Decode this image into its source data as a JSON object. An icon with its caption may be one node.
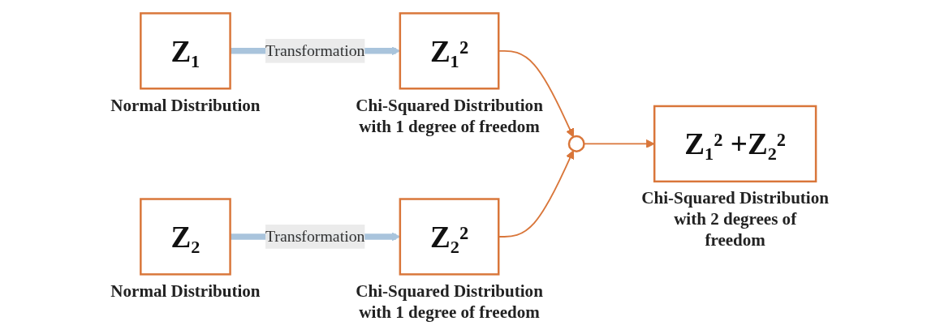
{
  "diagram": {
    "nodes": [
      {
        "text": [
          "Z₁"
        ],
        "beside": [
          "Normal Distribution"
        ]
      },
      {
        "text": [
          "Z₁²"
        ],
        "beside": [
          "Chi-Squared Distribution with 1 degree of freedom"
        ]
      },
      {
        "text": [
          "Z₂"
        ],
        "beside": [
          "Normal Distribution"
        ]
      },
      {
        "text": [
          "Z₂²"
        ],
        "beside": [
          "Chi-Squared Distribution with 1 degree of freedom"
        ]
      },
      {
        "text": [],
        "shape": "circle"
      },
      {
        "text": [
          "Z₁² +Z₂²"
        ],
        "beside": [
          "Chi-Squared Distribution with 2 degrees of freedom"
        ]
      }
    ],
    "edges": [
      {
        "from": 0,
        "to": 1,
        "arrow": "to",
        "label": "Transformation",
        "style": "thick",
        "color": "#a9c4dc"
      },
      {
        "from": 2,
        "to": 3,
        "arrow": "to",
        "label": "Transformation",
        "style": "thick",
        "color": "#a9c4dc"
      },
      {
        "from": 1,
        "to": 4,
        "arrow": "to"
      },
      {
        "from": 3,
        "to": 4,
        "arrow": "to"
      },
      {
        "from": 4,
        "to": 5,
        "arrow": "to"
      }
    ]
  }
}
